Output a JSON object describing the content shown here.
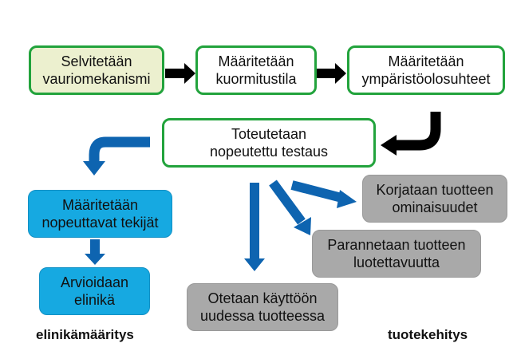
{
  "top_row": [
    {
      "line1": "Selvitetään",
      "line2": "vauriomekanismi"
    },
    {
      "line1": "Määritetään",
      "line2": "kuormitustila"
    },
    {
      "line1": "Määritetään",
      "line2": "ympäristöolosuhteet"
    }
  ],
  "testing": {
    "line1": "Toteutetaan",
    "line2": "nopeutettu testaus"
  },
  "lifetime": {
    "factors": {
      "line1": "Määritetään",
      "line2": "nopeuttavat tekijät"
    },
    "estimate": {
      "line1": "Arvioidaan",
      "line2": "elinikä"
    },
    "section_label": "elinikämääritys"
  },
  "product_dev": {
    "fix": {
      "line1": "Korjataan tuotteen",
      "line2": "ominaisuudet"
    },
    "improve": {
      "line1": "Parannetaan tuotteen",
      "line2": "luotettavuutta"
    },
    "adopt": {
      "line1": "Otetaan käyttöön",
      "line2": "uudessa tuotteessa"
    },
    "section_label": "tuotekehitys"
  },
  "colors": {
    "green_border": "#22a33c",
    "start_fill": "#ecf0cf",
    "blue_fill": "#16a9e1",
    "blue_arrow": "#0e64b0",
    "gray_fill": "#a9a9a9",
    "black_arrow": "#000000"
  }
}
